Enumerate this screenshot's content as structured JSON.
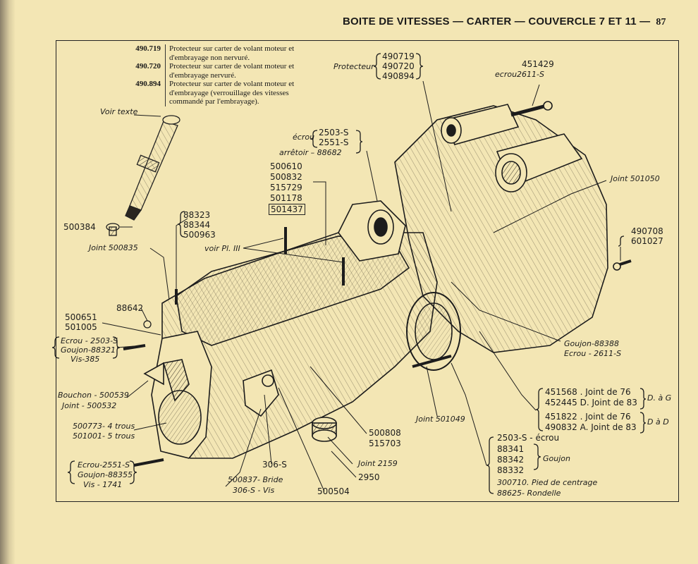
{
  "header": {
    "title": "BOITE DE VITESSES — CARTER — COUVERCLE 7 ET 11 —",
    "page_number": "87"
  },
  "legend": [
    {
      "code": "490.719",
      "lines": [
        "Protecteur sur carter de volant moteur et",
        "d'embrayage non nervuré."
      ]
    },
    {
      "code": "490.720",
      "lines": [
        "Protecteur sur carter de volant moteur et",
        "d'embrayage nervuré."
      ]
    },
    {
      "code": "490.894",
      "lines": [
        "Protecteur sur carter de volant moteur et",
        "d'embrayage (verrouillage des vitesses",
        "commandé par l'embrayage)."
      ]
    }
  ],
  "labels": {
    "voir_texte": "Voir texte",
    "protecteur": "Protecteur",
    "p490719": "490719",
    "p490720": "490720",
    "p490894": "490894",
    "r451429": "451429",
    "ecrou2611": "ecrou2611-S",
    "ecrou_word": "écrou",
    "e2503": "2503-S",
    "e2551": "2551-S",
    "arretoir": "arrêtoir – 88682",
    "s500610": "500610",
    "s500832": "500832",
    "s515729": "515729",
    "s501178": "501178",
    "s501437": "501437",
    "joint501050": "Joint 501050",
    "g88323": "88323",
    "g88344": "88344",
    "g500963": "500963",
    "voir_piii": "voir Pl. III",
    "p500384": "500384",
    "joint500835": "Joint 500835",
    "r490708": "490708",
    "r601027": "601027",
    "p88642": "88642",
    "p500651": "500651",
    "p501005": "501005",
    "ecrou2503": "Ecrou - 2503-S",
    "goujon88321": "Goujon-88321",
    "vis385": "Vis-385",
    "goujon88388": "Goujon-88388",
    "ecrou2611b": "Ecrou - 2611-S",
    "bouchon": "Bouchon - 500539",
    "joint500532": "Joint - 500532",
    "j451568": "451568 . Joint de 76",
    "j452445": "452445 D. Joint de 83",
    "j451822": "451822 . Joint de 76",
    "j490832": "490832 A. Joint de 83",
    "dag": "D. à G",
    "dad": "D à D",
    "joint501049": "Joint 501049",
    "p500773": "500773- 4 trous",
    "p501001": "501001- 5 trous",
    "p500808": "500808",
    "p515703": "515703",
    "ecrou2503b": "2503-S - écrou",
    "g88341": "88341",
    "g88342": "88342",
    "g88332": "88332",
    "goujon_word": "Goujon",
    "pied": "300710. Pied de centrage",
    "rondelle": "88625- Rondelle",
    "joint2159": "Joint 2159",
    "p2950": "2950",
    "p306s": "306-S",
    "bride": "500837- Bride",
    "vis306": "306-S - Vis",
    "p500504": "500504",
    "ecrou2551": "Ecrou-2551-S",
    "goujon88355": "Goujon-88355",
    "vis1741": "Vis - 1741"
  },
  "colors": {
    "paper": "#f3e6b4",
    "ink": "#1c1c1c"
  }
}
